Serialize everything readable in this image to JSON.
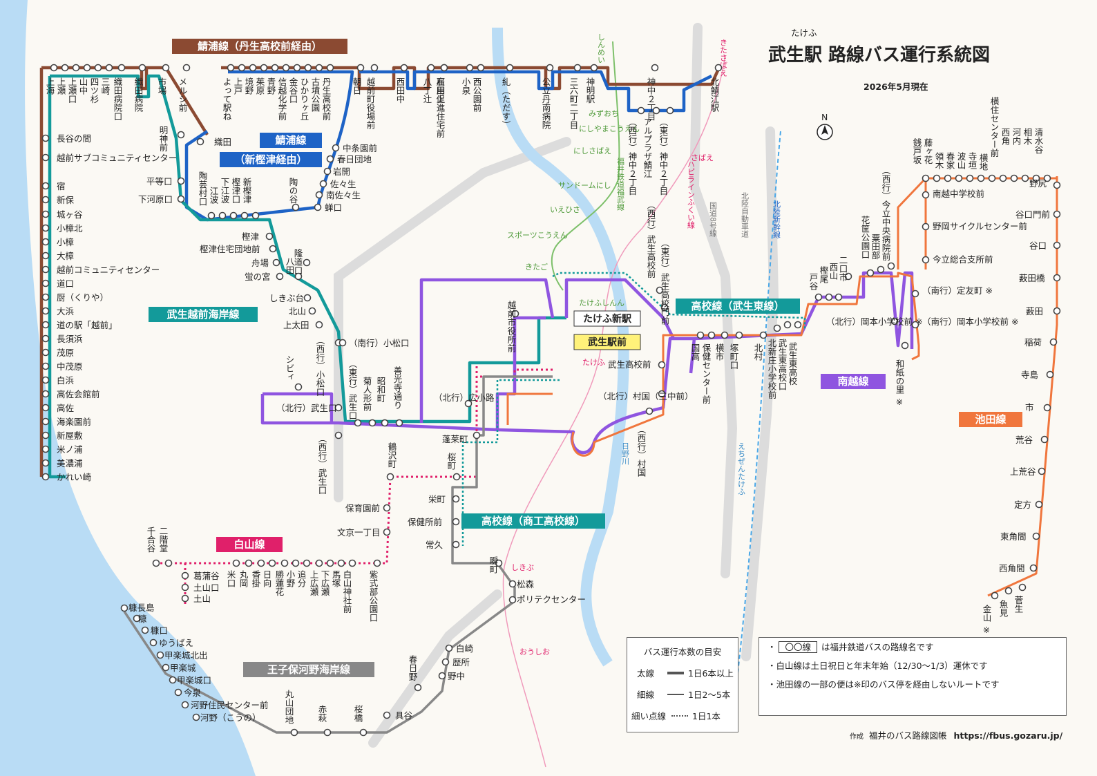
{
  "title": {
    "ruby": "たけふ",
    "main": "武生駅 路線バス運行系統図",
    "date": "2026年5月現在"
  },
  "route_labels": {
    "sabae_nyu": "鯖浦線（丹生高校前経由）",
    "sabae": "鯖浦線",
    "sabae_shin": "（新樫津経由）",
    "kaigan": "武生越前海岸線",
    "kouko_higashi": "高校線（武生東線）",
    "kouko_shoko": "高校線（商工高校線）",
    "nanetsu": "南越線",
    "ikeda": "池田線",
    "hakusan": "白山線",
    "ojiho": "王子保河野海岸線"
  },
  "hubs": {
    "shin": "たけふ新駅",
    "ekimae": "武生駅前"
  },
  "rail_labels": {
    "fukubu": "福井鉄道福武線",
    "hapiline": "ハピラインふくい線",
    "shinkansen": "北陸新幹線",
    "route8": "国道8号線",
    "expressway": "北陸自動車道",
    "hino": "日野川",
    "kitasabae_st": "きたさばえ",
    "sabae_st": "さばえ",
    "takefu_st": "たけふ",
    "shikibu_st": "しきぶ",
    "oushio_st": "おうしお",
    "echizen_takefu": "えちぜんたけふ",
    "fukubu_stations": [
      "しんめい",
      "みずおち",
      "にしやまこうえん",
      "にしさばえ",
      "サンドームにし",
      "いえひさ",
      "スポーツこうえん",
      "きたご",
      "たけふしんん"
    ]
  },
  "stops": {
    "top_row": [
      "上海",
      "上瀬",
      "上瀬口",
      "山中",
      "四ツ杉",
      "三崎",
      "織田病院口",
      "織田病院",
      "市場",
      "メルシ前",
      "よって駅ね",
      "上戸",
      "境野",
      "茱原",
      "青野",
      "信越化学前",
      "金谷口",
      "ひかりヶ丘",
      "古墳公園",
      "丹生高校前",
      "朝日",
      "越前町役場前",
      "西田中",
      "八丁辻",
      "石田上",
      "雇用促進住宅前",
      "小泉",
      "西公園前",
      "糺（ただす）",
      "公立丹南病院",
      "三六町二丁目",
      "神明駅",
      "神中２丁目",
      "北鯖江駅"
    ],
    "coast": [
      "長谷の間",
      "越前サブコミュニティセンター",
      "宿",
      "新保",
      "城ヶ谷",
      "小樟北",
      "小樟",
      "大樟",
      "越前コミュニティセンター",
      "道口",
      "厨（くりや）",
      "大浜",
      "道の駅「越前」",
      "長須浜",
      "茂原",
      "中茂原",
      "白浜",
      "高佐会館前",
      "高佐",
      "海楽園前",
      "新屋敷",
      "米ノ浦",
      "美濃浦",
      "かれい崎"
    ],
    "sabae_shin": [
      "明神前",
      "織田",
      "平等口",
      "下河原口",
      "陶芸村口",
      "江波",
      "下江波",
      "樫津口",
      "新樫津",
      "陶の谷",
      "蝉口",
      "南佐々生",
      "佐々生",
      "岩開",
      "春日団地",
      "中条園前"
    ],
    "kaigan_mid": [
      "樫津",
      "樫津住宅団地前",
      "舟場",
      "蛍の宮",
      "隆道口",
      "八田",
      "しきぶ台",
      "北山",
      "上太田",
      "（西行）小松口",
      "（南行）小松口",
      "シビィ",
      "（北行）武生口",
      "（西行）武生口",
      "（東行）武生口",
      "菊人形前",
      "昭和町",
      "善光寺通り",
      "（北行）広小路",
      "越前市役所前"
    ],
    "sabae_east": [
      "アルプラザ鯖江",
      "（西行）神中２丁目",
      "（東行）神中２丁目",
      "（西行）武生高校前",
      "（東行）武生高校門前"
    ],
    "higashi": [
      "武生高校前",
      "（北行）村国（三中前）",
      "（西行）村国",
      "国高",
      "保健センター前",
      "横市",
      "塚町口",
      "北村",
      "北新庄小学校前",
      "武生東高校口",
      "武生東高校",
      "戸谷",
      "樫尾",
      "西山",
      "二口市",
      "花筐公園口",
      "粟田部",
      "（西行）今立中央病院前"
    ],
    "nanetsu": [
      "（南行）定友町 ※",
      "（北行）岡本小学校前 ※",
      "（南行）岡本小学校前 ※",
      "和紙の里 ※"
    ],
    "ikeda": [
      "南越中学校前",
      "野岡サイクルセンター前",
      "今立総合支所前",
      "銭戸坂",
      "藤ヶ花",
      "領木",
      "春家",
      "波山",
      "寺垣",
      "横地",
      "横住センター前",
      "西角",
      "河内",
      "相木",
      "清水谷",
      "野尻",
      "谷口門前",
      "谷口",
      "薮田橋",
      "薮田",
      "稲荷",
      "寺島",
      "市",
      "荒谷",
      "上荒谷",
      "定方",
      "東角間",
      "西角間",
      "菅生",
      "魚見",
      "金山 ※"
    ],
    "hakusan": [
      "蓬莱町",
      "鶴沢町",
      "桜町",
      "栄町",
      "保健所前",
      "常久",
      "保育園前",
      "文京一丁目",
      "紫式部公園口",
      "白山神社前",
      "馬塚",
      "下広瀬",
      "上広瀬",
      "追分",
      "小野",
      "勝蓮花",
      "日向",
      "香掛",
      "丸岡",
      "米口",
      "千合谷",
      "二階堂",
      "葛蒲谷",
      "土山口",
      "土山"
    ],
    "ojiho": [
      "瞬町",
      "松森",
      "ポリテクセンター",
      "白崎",
      "歴所",
      "野中",
      "春日野",
      "具谷",
      "桜橋",
      "赤萩",
      "丸山団地",
      "河野（こうの）",
      "河野住民センター前",
      "今泉",
      "甲楽城口",
      "甲楽城",
      "甲楽城北出",
      "ゆうばえ",
      "糠口",
      "糠",
      "糠長島"
    ]
  },
  "legend": {
    "title": "バス運行本数の目安",
    "rows": [
      {
        "kind": "太線",
        "desc": "1日6本以上"
      },
      {
        "kind": "細線",
        "desc": "1日2〜5本"
      },
      {
        "kind": "細い点線",
        "desc": "1日1本"
      }
    ]
  },
  "notes": {
    "box_label": "〇〇線",
    "line1": "は福井鉄道バスの路線名です",
    "line2": "白山線は土日祝日と年末年始（12/30〜1/3）運休です",
    "line3": "池田線の一部の便は※印のバス停を経由しないルートです"
  },
  "credit": {
    "prefix": "作成",
    "name": "福井のバス路線図帳",
    "url": "https://fbus.gozaru.jp/"
  },
  "compass": "N",
  "colors": {
    "sabae_nyu": "#8b4a32",
    "sabae": "#1e63c6",
    "kaigan": "#139a9a",
    "nanetsu": "#8f55e0",
    "ikeda": "#f0763d",
    "hakusan": "#e0206a",
    "ojiho": "#888888",
    "sea": "#b9dcf5"
  }
}
